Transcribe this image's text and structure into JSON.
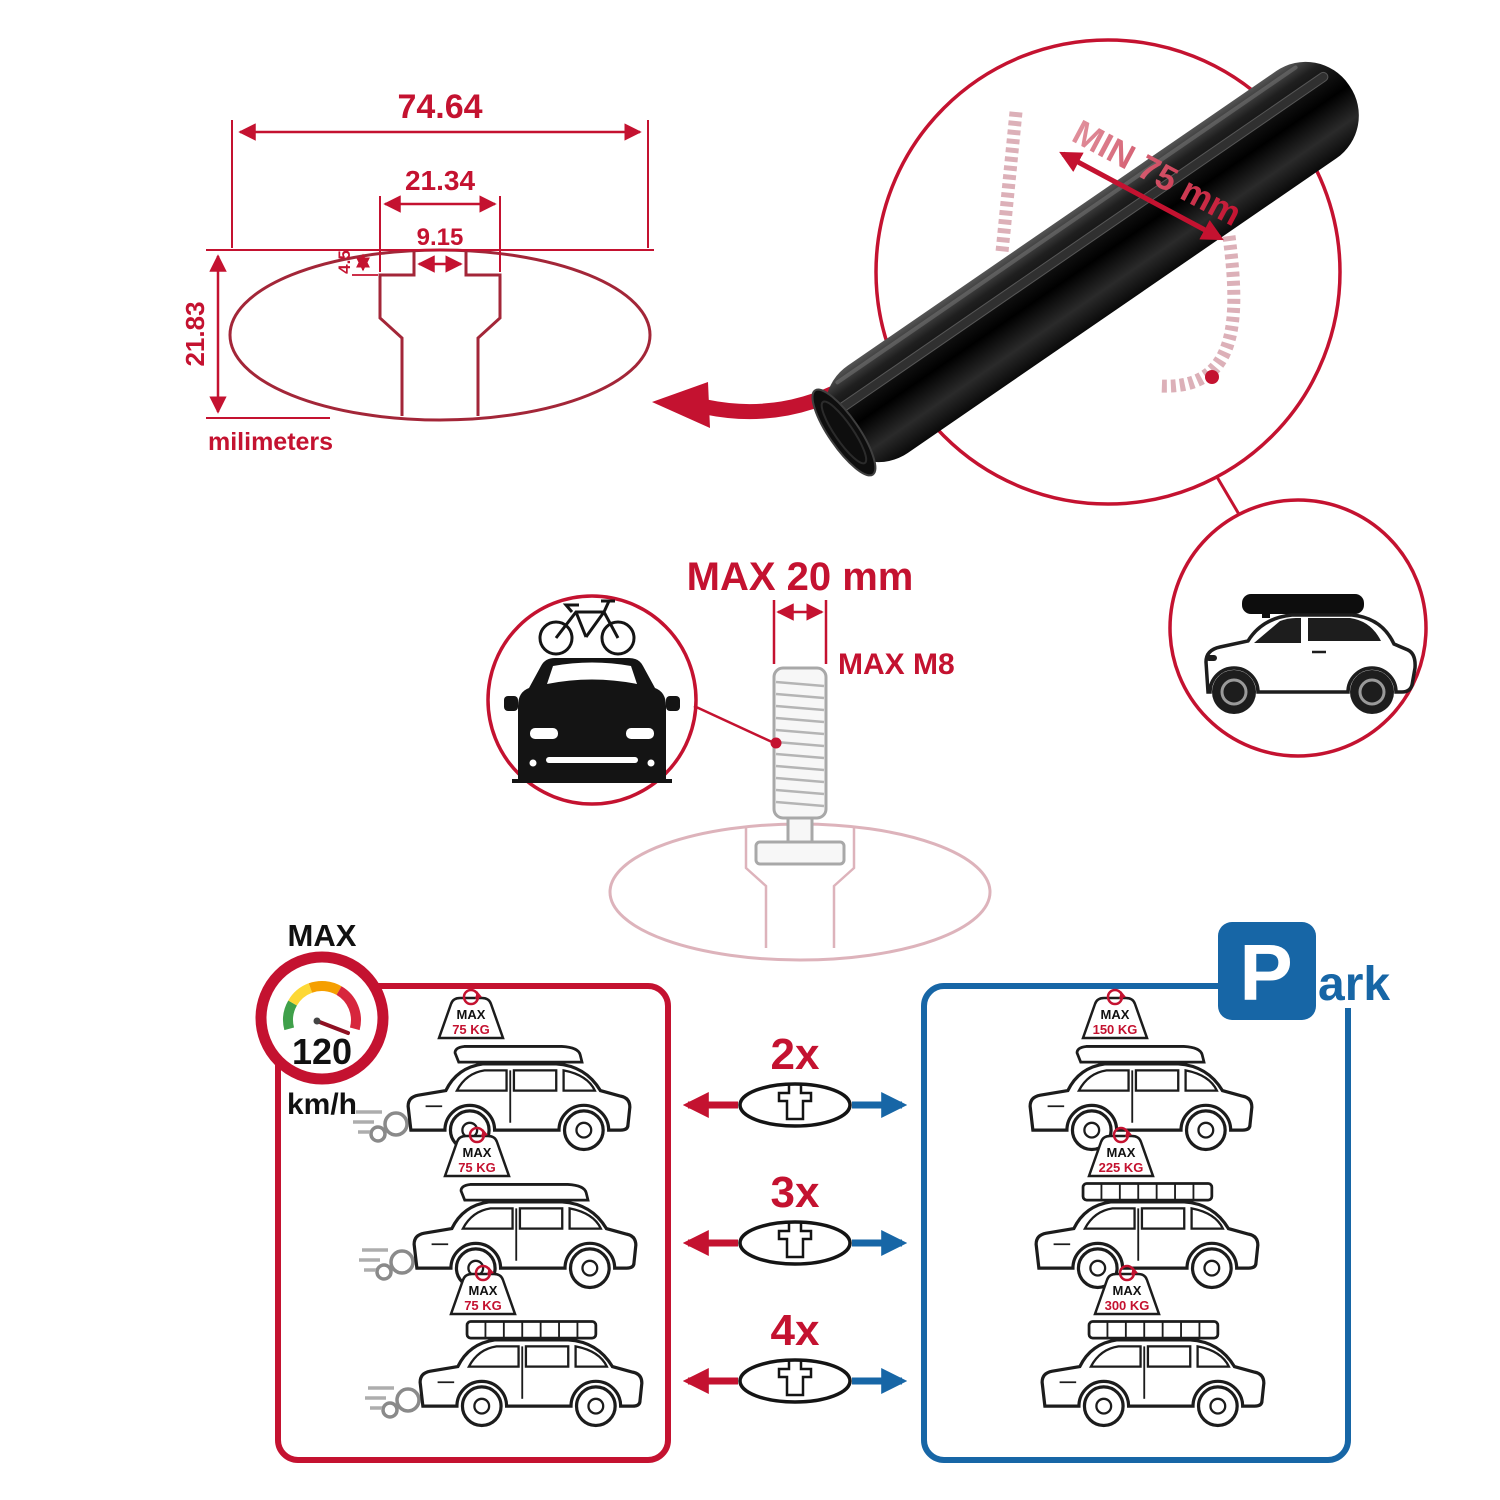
{
  "profile_dimensions": {
    "total_width": "74.64",
    "channel_width": "21.34",
    "slot_width": "9.15",
    "lip_depth": "4.5",
    "total_height": "21.83",
    "unit_label": "milimeters"
  },
  "crossbar_inset": {
    "min_span": "MIN 75 mm"
  },
  "tbolt": {
    "max_length": "MAX 20 mm",
    "max_thread": "MAX M8"
  },
  "speed_limit": {
    "title": "MAX",
    "value": "120",
    "unit": "km/h"
  },
  "driving_limits": {
    "cars": [
      {
        "tag_title": "MAX",
        "tag_value": "75 KG"
      },
      {
        "tag_title": "MAX",
        "tag_value": "75 KG"
      },
      {
        "tag_title": "MAX",
        "tag_value": "75 KG"
      }
    ]
  },
  "bar_multipliers": [
    {
      "label": "2x"
    },
    {
      "label": "3x"
    },
    {
      "label": "4x"
    }
  ],
  "parking_limits": {
    "sign_letter": "P",
    "sign_suffix": "ark",
    "cars": [
      {
        "tag_title": "MAX",
        "tag_value": "150 KG"
      },
      {
        "tag_title": "MAX",
        "tag_value": "225 KG"
      },
      {
        "tag_title": "MAX",
        "tag_value": "300 KG"
      }
    ]
  },
  "colors": {
    "red": "#c41230",
    "dark_red": "#a32638",
    "blue": "#1766a6",
    "ghost_pink": "#ddb3bb",
    "black": "#141414",
    "gauge_green": "#3fa04a",
    "gauge_yellow": "#fdd835",
    "gauge_orange": "#f59f00",
    "gauge_red": "#d7263d"
  }
}
